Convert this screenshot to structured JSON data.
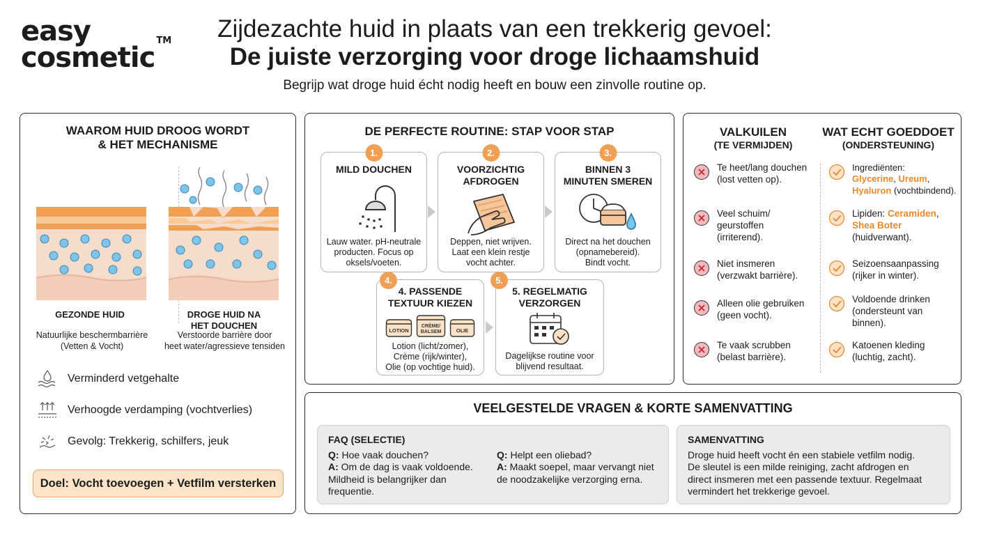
{
  "logo": {
    "line1": "easy",
    "line2": "cosmetic",
    "tm": "TM"
  },
  "header": {
    "title_line1": "Zijdezachte huid in plaats van een trekkerig gevoel:",
    "title_line2": "De juiste verzorging voor droge lichaamshuid",
    "subtitle": "Begrijp wat droge huid écht nodig heeft en bouw een zinvolle routine op."
  },
  "left": {
    "title_line1": "WAAROM HUID DROOG WORDT",
    "title_line2": "& HET MECHANISME",
    "healthy": {
      "label": "GEZONDE HUID",
      "desc_line1": "Natuurlijke beschermbarrière",
      "desc_line2": "(Vetten & Vocht)"
    },
    "dry": {
      "label_line1": "DROGE HUID NA",
      "label_line2": "HET DOUCHEN",
      "desc_line1": "Verstoorde barrière door",
      "desc_line2": "heet water/agressieve tensiden"
    },
    "mechanisms": [
      {
        "icon": "droplet-layers-icon",
        "text": "Verminderd vetgehalte"
      },
      {
        "icon": "evaporation-icon",
        "text": "Verhoogde verdamping (vochtverlies)"
      },
      {
        "icon": "flaking-skin-icon",
        "text": "Gevolg: Trekkerig, schilfers, jeuk"
      }
    ],
    "goal": "Doel: Vocht toevoegen + Vetfilm versterken"
  },
  "routine": {
    "title": "DE PERFECTE ROUTINE: STAP VOOR STAP",
    "steps": [
      {
        "num": "1.",
        "title_line1": "MILD DOUCHEN",
        "title_line2": "",
        "icon": "shower-icon",
        "desc_line1": "Lauw water. pH-neutrale",
        "desc_line2": "producten. Focus op",
        "desc_line3": "oksels/voeten."
      },
      {
        "num": "2.",
        "title_line1": "VOORZICHTIG",
        "title_line2": "AFDROGEN",
        "icon": "towel-hand-icon",
        "desc_line1": "Deppen, niet wrijven.",
        "desc_line2": "Laat een klein restje",
        "desc_line3": "vocht achter."
      },
      {
        "num": "3.",
        "title_line1": "BINNEN 3",
        "title_line2": "MINUTEN SMEREN",
        "icon": "clock-cream-icon",
        "desc_line1": "Direct na het douchen",
        "desc_line2": "(opnamebereid).",
        "desc_line3": "Bindt vocht."
      },
      {
        "num": "4.",
        "title_line1": "4. PASSENDE",
        "title_line2": "TEXTUUR KIEZEN",
        "icon": "texture-jars-icon",
        "desc_line1": "Lotion (licht/zomer),",
        "desc_line2": "Crème (rijk/winter),",
        "desc_line3": "Olie (op vochtige huid)."
      },
      {
        "num": "5.",
        "title_line1": "5. REGELMATIG",
        "title_line2": "VERZORGEN",
        "icon": "calendar-check-icon",
        "desc_line1": "Dagelijkse routine voor",
        "desc_line2": "blijvend resultaat.",
        "desc_line3": ""
      }
    ],
    "jar_labels": [
      "LOTION",
      "CRÈME/",
      "BALSEM",
      "OLIE"
    ]
  },
  "pitfalls": {
    "title": "VALKUILEN",
    "subtitle": "(TE VERMIJDEN)",
    "items": [
      {
        "l1": "Te heet/lang douchen",
        "l2": "(lost vetten op).",
        "l3": ""
      },
      {
        "l1": "Veel schuim/",
        "l2": "geurstoffen",
        "l3": "(irriterend)."
      },
      {
        "l1": "Niet insmeren",
        "l2": "(verzwakt barrière).",
        "l3": ""
      },
      {
        "l1": "Alleen olie gebruiken",
        "l2": "(geen vocht).",
        "l3": ""
      },
      {
        "l1": "Te vaak scrubben",
        "l2": "(belast barrière).",
        "l3": ""
      }
    ]
  },
  "helps": {
    "title": "WAT ECHT GOEDDOET",
    "subtitle": "(ONDERSTEUNING)",
    "items": [
      {
        "l1": "Ingrediënten:",
        "hl1": "Glycerine",
        "sep1": ", ",
        "hl2": "Ureum",
        "sep2": ",",
        "hl3": "Hyaluron",
        "rest": " (vochtbindend)."
      },
      {
        "l1": "Lipiden: ",
        "hl1": "Ceramiden",
        "sep1": ",",
        "hl2": "Shea Boter",
        "rest": "(huidverwant)."
      },
      {
        "l1": "Seizoensaanpassing",
        "l2": "(rijker in winter).",
        "l3": ""
      },
      {
        "l1": "Voldoende drinken",
        "l2": "(ondersteunt van",
        "l3": "binnen)."
      },
      {
        "l1": "Katoenen kleding",
        "l2": "(luchtig, zacht).",
        "l3": ""
      }
    ]
  },
  "faq": {
    "title": "VEELGESTELDE VRAGEN & KORTE SAMENVATTING",
    "box_title": "FAQ (SELECTIE)",
    "q1": {
      "q_label": "Q:",
      "q": " Hoe vaak douchen?",
      "a_label": "A:",
      "a_line1": " Om de dag is vaak voldoende.",
      "a_line2": "Mildheid is belangrijker dan",
      "a_line3": "frequentie."
    },
    "q2": {
      "q_label": "Q:",
      "q": " Helpt een oliebad?",
      "a_label": "A:",
      "a_line1": " Maakt soepel, maar vervangt niet",
      "a_line2": "de noodzakelijke verzorging erna."
    },
    "summary_title": "SAMENVATTING",
    "summary_lines": [
      "Droge huid heeft vocht én een stabiele vetfilm nodig.",
      "De sleutel is een milde reiniging, zacht afdrogen en",
      "direct insmeren met een passende textuur. Regelmaat",
      "vermindert het trekkerige gevoel."
    ]
  },
  "colors": {
    "accent": "#f0a054",
    "highlight": "#e8892b",
    "bad": "#f3b9bd",
    "good": "#fbe1c6",
    "bubble": "#7ec3e8"
  }
}
